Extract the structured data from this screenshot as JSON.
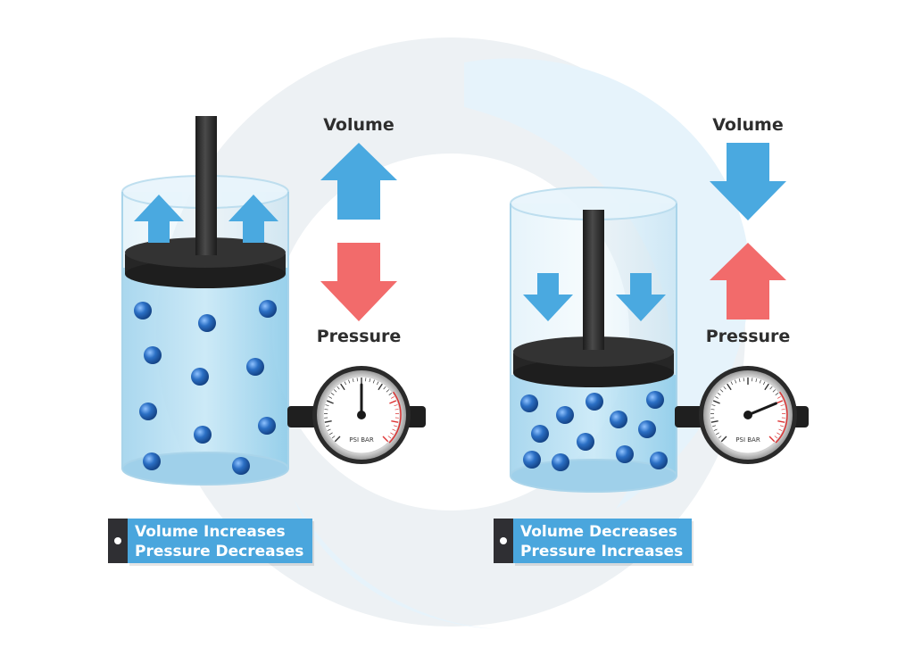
{
  "colors": {
    "volume_arrow": "#4aa9e0",
    "pressure_arrow": "#f26b6b",
    "caption_bg": "#4aa6dd",
    "caption_tab": "#2f2f33",
    "piston": "#2b2b2b",
    "molecule": "#1f5fae",
    "background_swirl": "#e9f1f7"
  },
  "left_panel": {
    "volume_label": "Volume",
    "pressure_label": "Pressure",
    "volume_direction": "up",
    "pressure_direction": "down",
    "caption_line1": "Volume Increases",
    "caption_line2": "Pressure Decreases",
    "gauge_unit": "PSI BAR",
    "gauge_needle_value": 0.5
  },
  "right_panel": {
    "volume_label": "Volume",
    "pressure_label": "Pressure",
    "volume_direction": "down",
    "pressure_direction": "up",
    "caption_line1": "Volume Decreases",
    "caption_line2": "Pressure Increases",
    "gauge_unit": "PSI BAR",
    "gauge_needle_value": 0.75
  }
}
